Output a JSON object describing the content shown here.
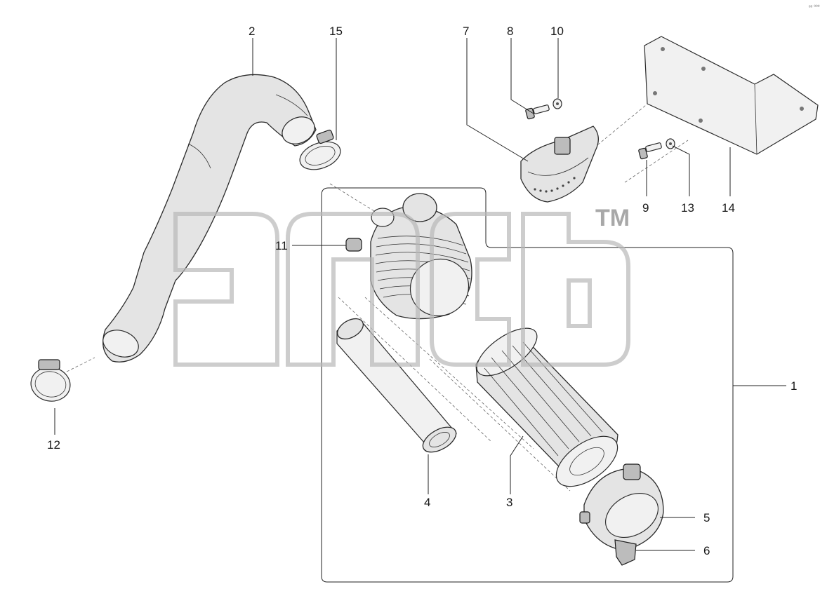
{
  "corner_mark": "ᵉᵒ ⁰⁰⁰",
  "watermark": {
    "trademark": "TM"
  },
  "callouts": [
    {
      "id": "1",
      "label": "1"
    },
    {
      "id": "2",
      "label": "2"
    },
    {
      "id": "3",
      "label": "3"
    },
    {
      "id": "4",
      "label": "4"
    },
    {
      "id": "5",
      "label": "5"
    },
    {
      "id": "6",
      "label": "6"
    },
    {
      "id": "7",
      "label": "7"
    },
    {
      "id": "8",
      "label": "8"
    },
    {
      "id": "9",
      "label": "9"
    },
    {
      "id": "10",
      "label": "10"
    },
    {
      "id": "11",
      "label": "11"
    },
    {
      "id": "12",
      "label": "12"
    },
    {
      "id": "13",
      "label": "13"
    },
    {
      "id": "14",
      "label": "14"
    },
    {
      "id": "15",
      "label": "15"
    }
  ]
}
